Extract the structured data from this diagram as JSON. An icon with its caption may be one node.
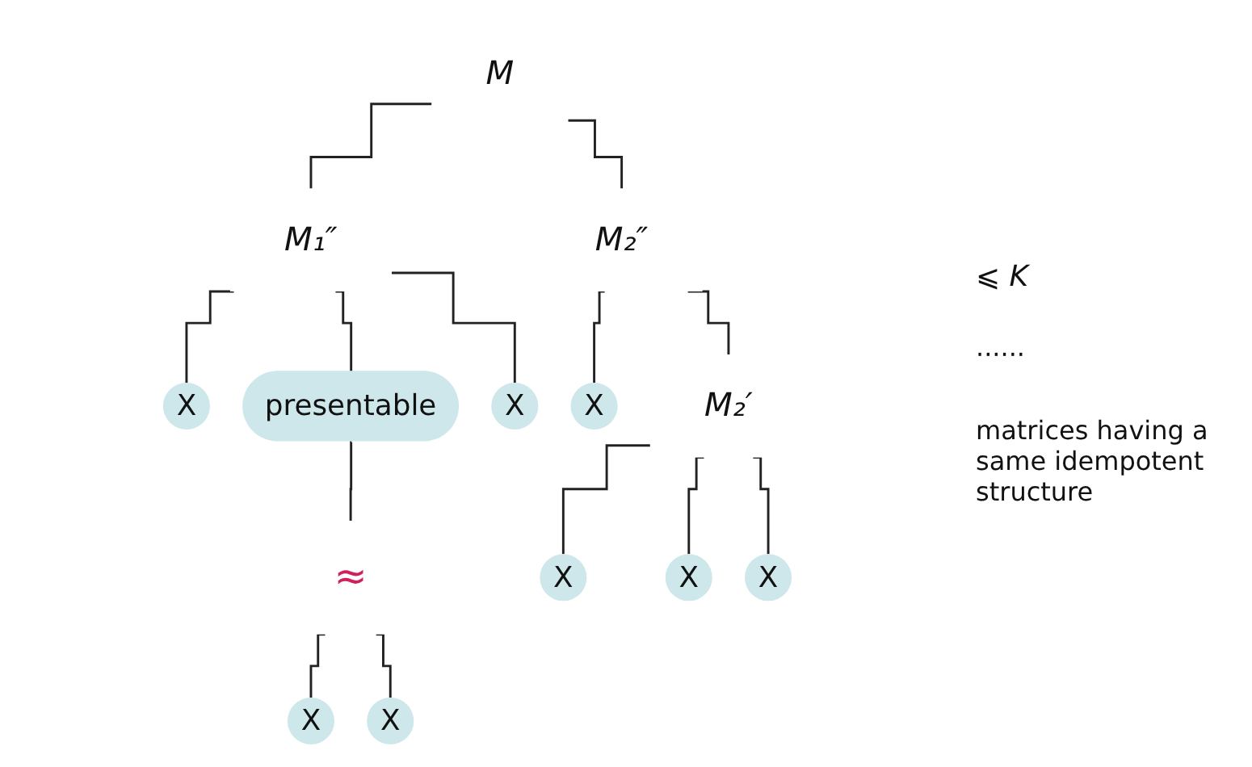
{
  "diagram": {
    "nodes": [
      {
        "text": [
          "M"
        ]
      },
      {
        "text": [
          "M₁″"
        ]
      },
      {
        "text": [
          "M₂″"
        ]
      },
      {
        "text": [
          "presentable"
        ]
      },
      {
        "text": [
          "M₂′"
        ]
      },
      {
        "text": [
          "≈"
        ]
      },
      {
        "text": [
          "X"
        ]
      },
      {
        "text": [
          "X"
        ]
      },
      {
        "text": [
          "X"
        ]
      },
      {
        "text": [
          "X"
        ]
      },
      {
        "text": [
          "X"
        ]
      },
      {
        "text": [
          "X"
        ]
      },
      {
        "text": [
          "X"
        ]
      },
      {
        "text": [
          "X"
        ]
      }
    ],
    "edges": [
      {
        "from": 0,
        "to": 1,
        "arrow": "none"
      },
      {
        "from": 0,
        "to": 2,
        "arrow": "none"
      },
      {
        "from": 1,
        "to": 6,
        "arrow": "none"
      },
      {
        "from": 1,
        "to": 3,
        "arrow": "none"
      },
      {
        "from": 1,
        "to": 9,
        "arrow": "none"
      },
      {
        "from": 3,
        "to": 5,
        "arrow": "none"
      },
      {
        "from": 5,
        "to": 7,
        "arrow": "none"
      },
      {
        "from": 5,
        "to": 8,
        "arrow": "none"
      },
      {
        "from": 2,
        "to": 10,
        "arrow": "none"
      },
      {
        "from": 2,
        "to": 4,
        "arrow": "none"
      },
      {
        "from": 4,
        "to": 11,
        "arrow": "none"
      },
      {
        "from": 4,
        "to": 12,
        "arrow": "none"
      },
      {
        "from": 4,
        "to": 13,
        "arrow": "none"
      }
    ],
    "labels": [
      "⩽ K",
      "······",
      "matrices having a same idempotent structure"
    ]
  }
}
